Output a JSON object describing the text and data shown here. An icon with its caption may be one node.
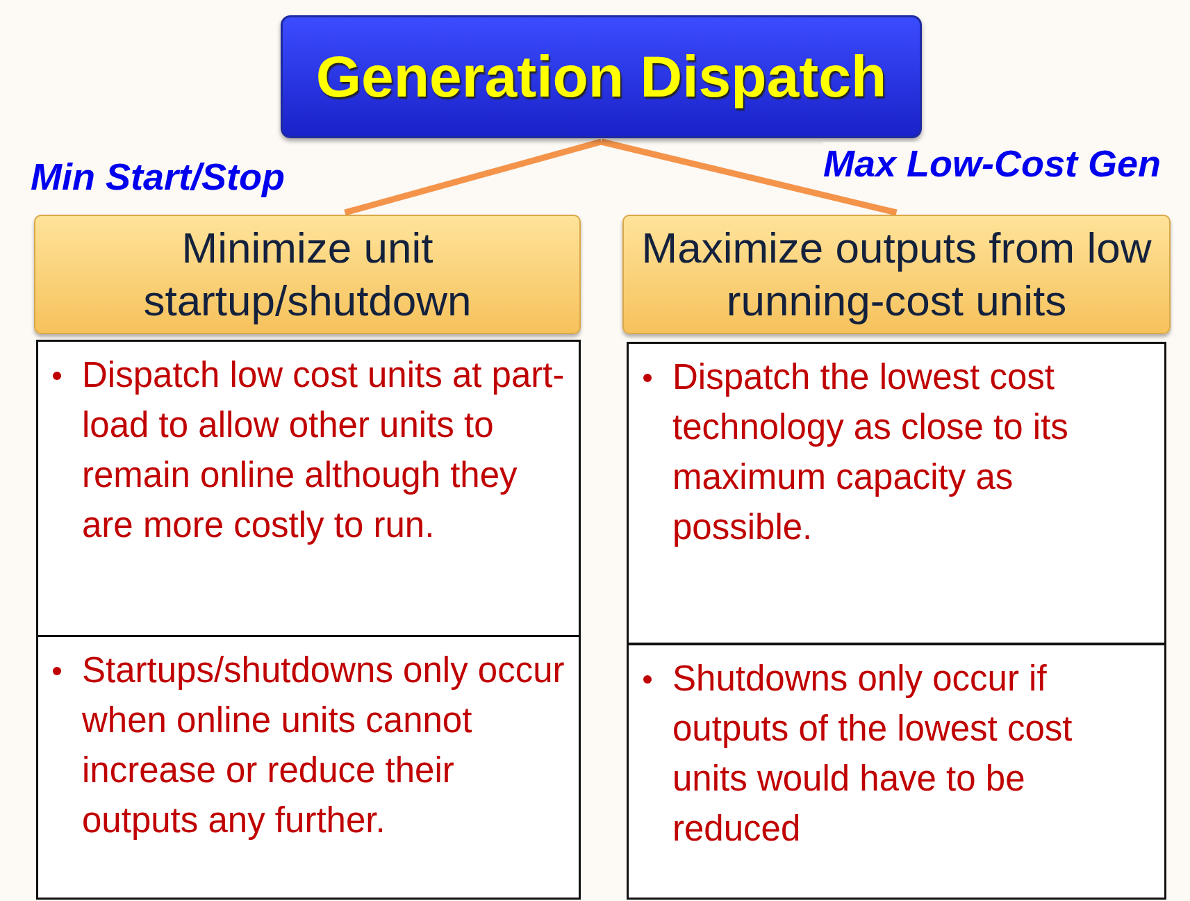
{
  "diagram": {
    "nodes": [
      {
        "text": [
          "Generation Dispatch"
        ]
      },
      {
        "text": [
          "Minimize unit startup/shutdown"
        ]
      },
      {
        "text": [
          "Maximize outputs from low running-cost units"
        ]
      },
      {
        "text": [
          "Dispatch low cost units at part-load to allow other units to remain online although they are more costly to run."
        ]
      },
      {
        "text": [
          "Startups/shutdowns only occur when online units cannot increase or reduce their outputs any further."
        ]
      },
      {
        "text": [
          "Dispatch the lowest cost technology as close to its maximum capacity as possible."
        ]
      },
      {
        "text": [
          "Shutdowns only occur if outputs of the lowest cost units would have to be reduced"
        ]
      }
    ],
    "edges": [
      {
        "from": 0,
        "to": 1,
        "arrow": "none",
        "label": "Min Start/Stop"
      },
      {
        "from": 0,
        "to": 2,
        "arrow": "none",
        "label": "Max Low-Cost Gen"
      }
    ]
  }
}
